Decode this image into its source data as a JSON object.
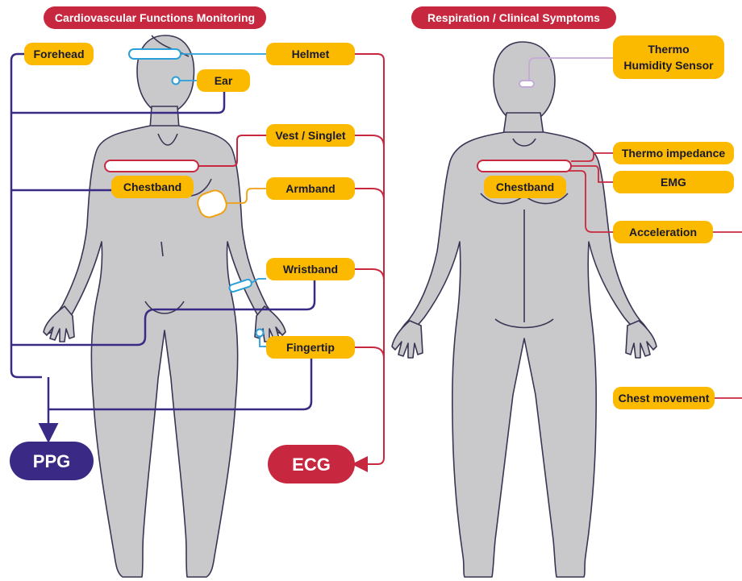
{
  "colors": {
    "red": "#c8283f",
    "navy": "#3b2a85",
    "amber": "#fbb900",
    "body": "#c9c9cb",
    "outline": "#3a3554",
    "cyan": "#2a9fd8",
    "orange": "#f0a010",
    "lilac": "#c5a9d8"
  },
  "left_panel": {
    "title": "Cardiovascular Functions Monitoring",
    "ppg_sensors": [
      "Forehead",
      "Ear",
      "Chestband",
      "Wristband",
      "Fingertip"
    ],
    "ecg_sensors": [
      "Helmet",
      "Vest / Singlet",
      "Armband",
      "Wristband",
      "Fingertip"
    ],
    "labels": {
      "forehead": "Forehead",
      "helmet": "Helmet",
      "ear": "Ear",
      "vest": "Vest / Singlet",
      "chestband": "Chestband",
      "armband": "Armband",
      "wristband": "Wristband",
      "fingertip": "Fingertip"
    },
    "ppg": "PPG",
    "ecg": "ECG"
  },
  "right_panel": {
    "title": "Respiration / Clinical Symptoms",
    "labels": {
      "thermo_line1": "Thermo",
      "thermo_line2": "Humidity Sensor",
      "thermo_impedance": "Thermo impedance",
      "emg": "EMG",
      "chestband": "Chestband",
      "acceleration": "Acceleration",
      "chest_movement": "Chest movement"
    }
  }
}
